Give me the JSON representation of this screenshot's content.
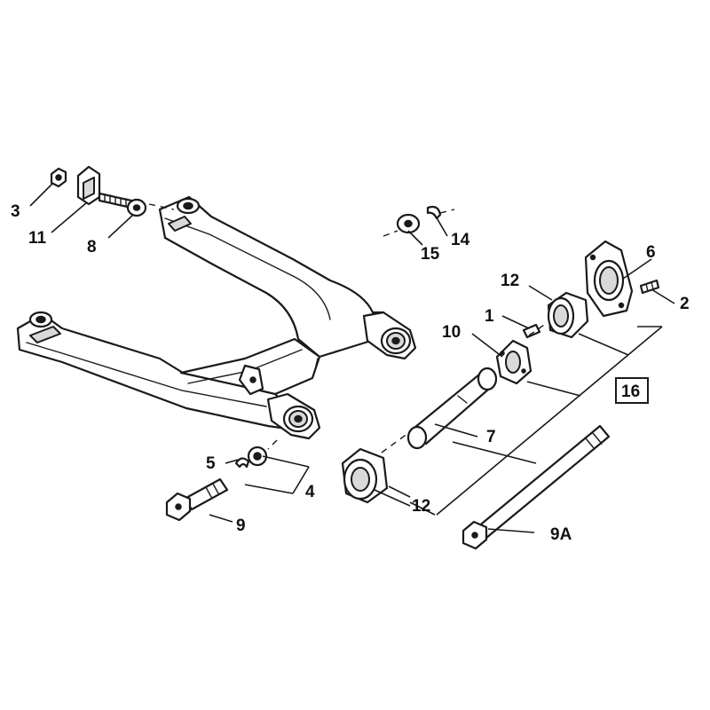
{
  "callouts": {
    "c1": "1",
    "c2": "2",
    "c3": "3",
    "c4": "4",
    "c5": "5",
    "c6": "6",
    "c7": "7",
    "c8": "8",
    "c9": "9",
    "c9a": "9A",
    "c10": "10",
    "c11": "11",
    "c12a": "12",
    "c12b": "12",
    "c14": "14",
    "c15": "15",
    "c16": "16"
  },
  "colors": {
    "ink": "#1a1a1a",
    "paper": "#ffffff",
    "shade": "#d9d9d9"
  }
}
